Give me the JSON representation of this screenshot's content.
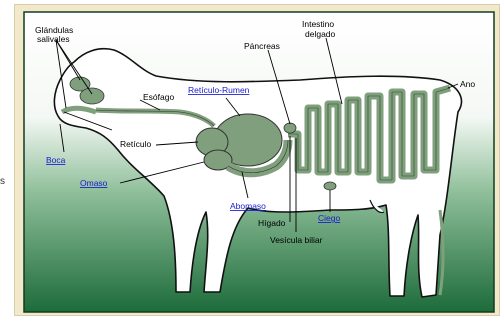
{
  "diagram": {
    "labels": {
      "glandulas": [
        "Glándulas",
        "salivales"
      ],
      "esofago": "Esófago",
      "reticulo_rumen": "Retículo-Rumen",
      "pancreas": "Páncreas",
      "intestino": [
        "Intestino",
        "delgado"
      ],
      "ano": "Ano",
      "reticulo": "Retículo",
      "boca": "Boca",
      "omaso": "Omaso",
      "abomaso": "Abomaso",
      "higado": "Hígado",
      "ciego": "Ciego",
      "vesicula": "Vesícula biliar"
    },
    "edge_fragment": "s",
    "colors": {
      "frame": "#f1e9c9",
      "panel_top": "#ffffff",
      "panel_bottom": "#1d6b3a",
      "organ": "#7f9f7d",
      "label": "#000000",
      "link": "#1a1ad0"
    },
    "link_labels": [
      "Retículo-Rumen",
      "Boca",
      "Omaso",
      "Abomaso",
      "Ciego"
    ]
  }
}
